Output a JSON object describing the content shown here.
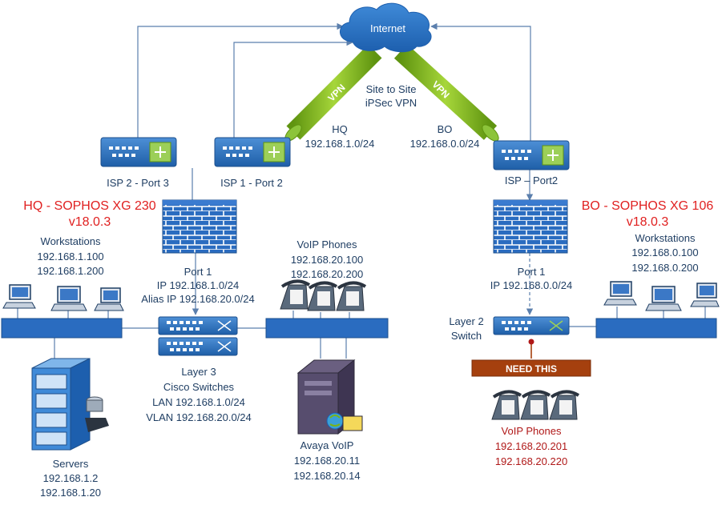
{
  "internet": {
    "label": "Internet"
  },
  "vpn": {
    "left_label": "VPN",
    "right_label": "VPN",
    "site_to_site": [
      "Site to Site",
      "iPSec VPN"
    ]
  },
  "hq_net": {
    "name": "HQ",
    "subnet": "192.168.1.0/24"
  },
  "bo_net": {
    "name": "BO",
    "subnet": "192.168.0.0/24"
  },
  "hq": {
    "title": "HQ - SOPHOS XG 230",
    "version": "v18.0.3",
    "isp2": "ISP 2 - Port 3",
    "isp1": "ISP 1 - Port 2",
    "port": [
      "Port 1",
      "IP 192.168.1.0/24",
      "Alias IP 192.168.20.0/24"
    ],
    "workstations": [
      "Workstations",
      "192.168.1.100",
      "192.168.1.200"
    ],
    "voip_phones": [
      "VoIP Phones",
      "192.168.20.100",
      "192.168.20.200"
    ],
    "switches": [
      "Layer 3",
      "Cisco Switches",
      "LAN 192.168.1.0/24",
      "VLAN 192.168.20.0/24"
    ],
    "servers": [
      "Servers",
      "192.168.1.2",
      "192.168.1.20"
    ],
    "avaya": [
      "Avaya VoIP",
      "192.168.20.11",
      "192.168.20.14"
    ]
  },
  "bo": {
    "title": "BO - SOPHOS XG 106",
    "version": "v18.0.3",
    "isp": "ISP – Port2",
    "port": [
      "Port 1",
      "IP 192.168.0.0/24"
    ],
    "workstations": [
      "Workstations",
      "192.168.0.100",
      "192.168.0.200"
    ],
    "switch": [
      "Layer 2",
      "Switch"
    ],
    "need": "NEED THIS",
    "voip_phones": [
      "VoIP Phones",
      "192.168.20.201",
      "192.168.20.220"
    ]
  },
  "colors": {
    "line": "#5b7fad",
    "text": "#1f3e63",
    "red": "#e02020",
    "darkred": "#b01818",
    "vpn": "#7ab317",
    "need": "#a5400e"
  }
}
